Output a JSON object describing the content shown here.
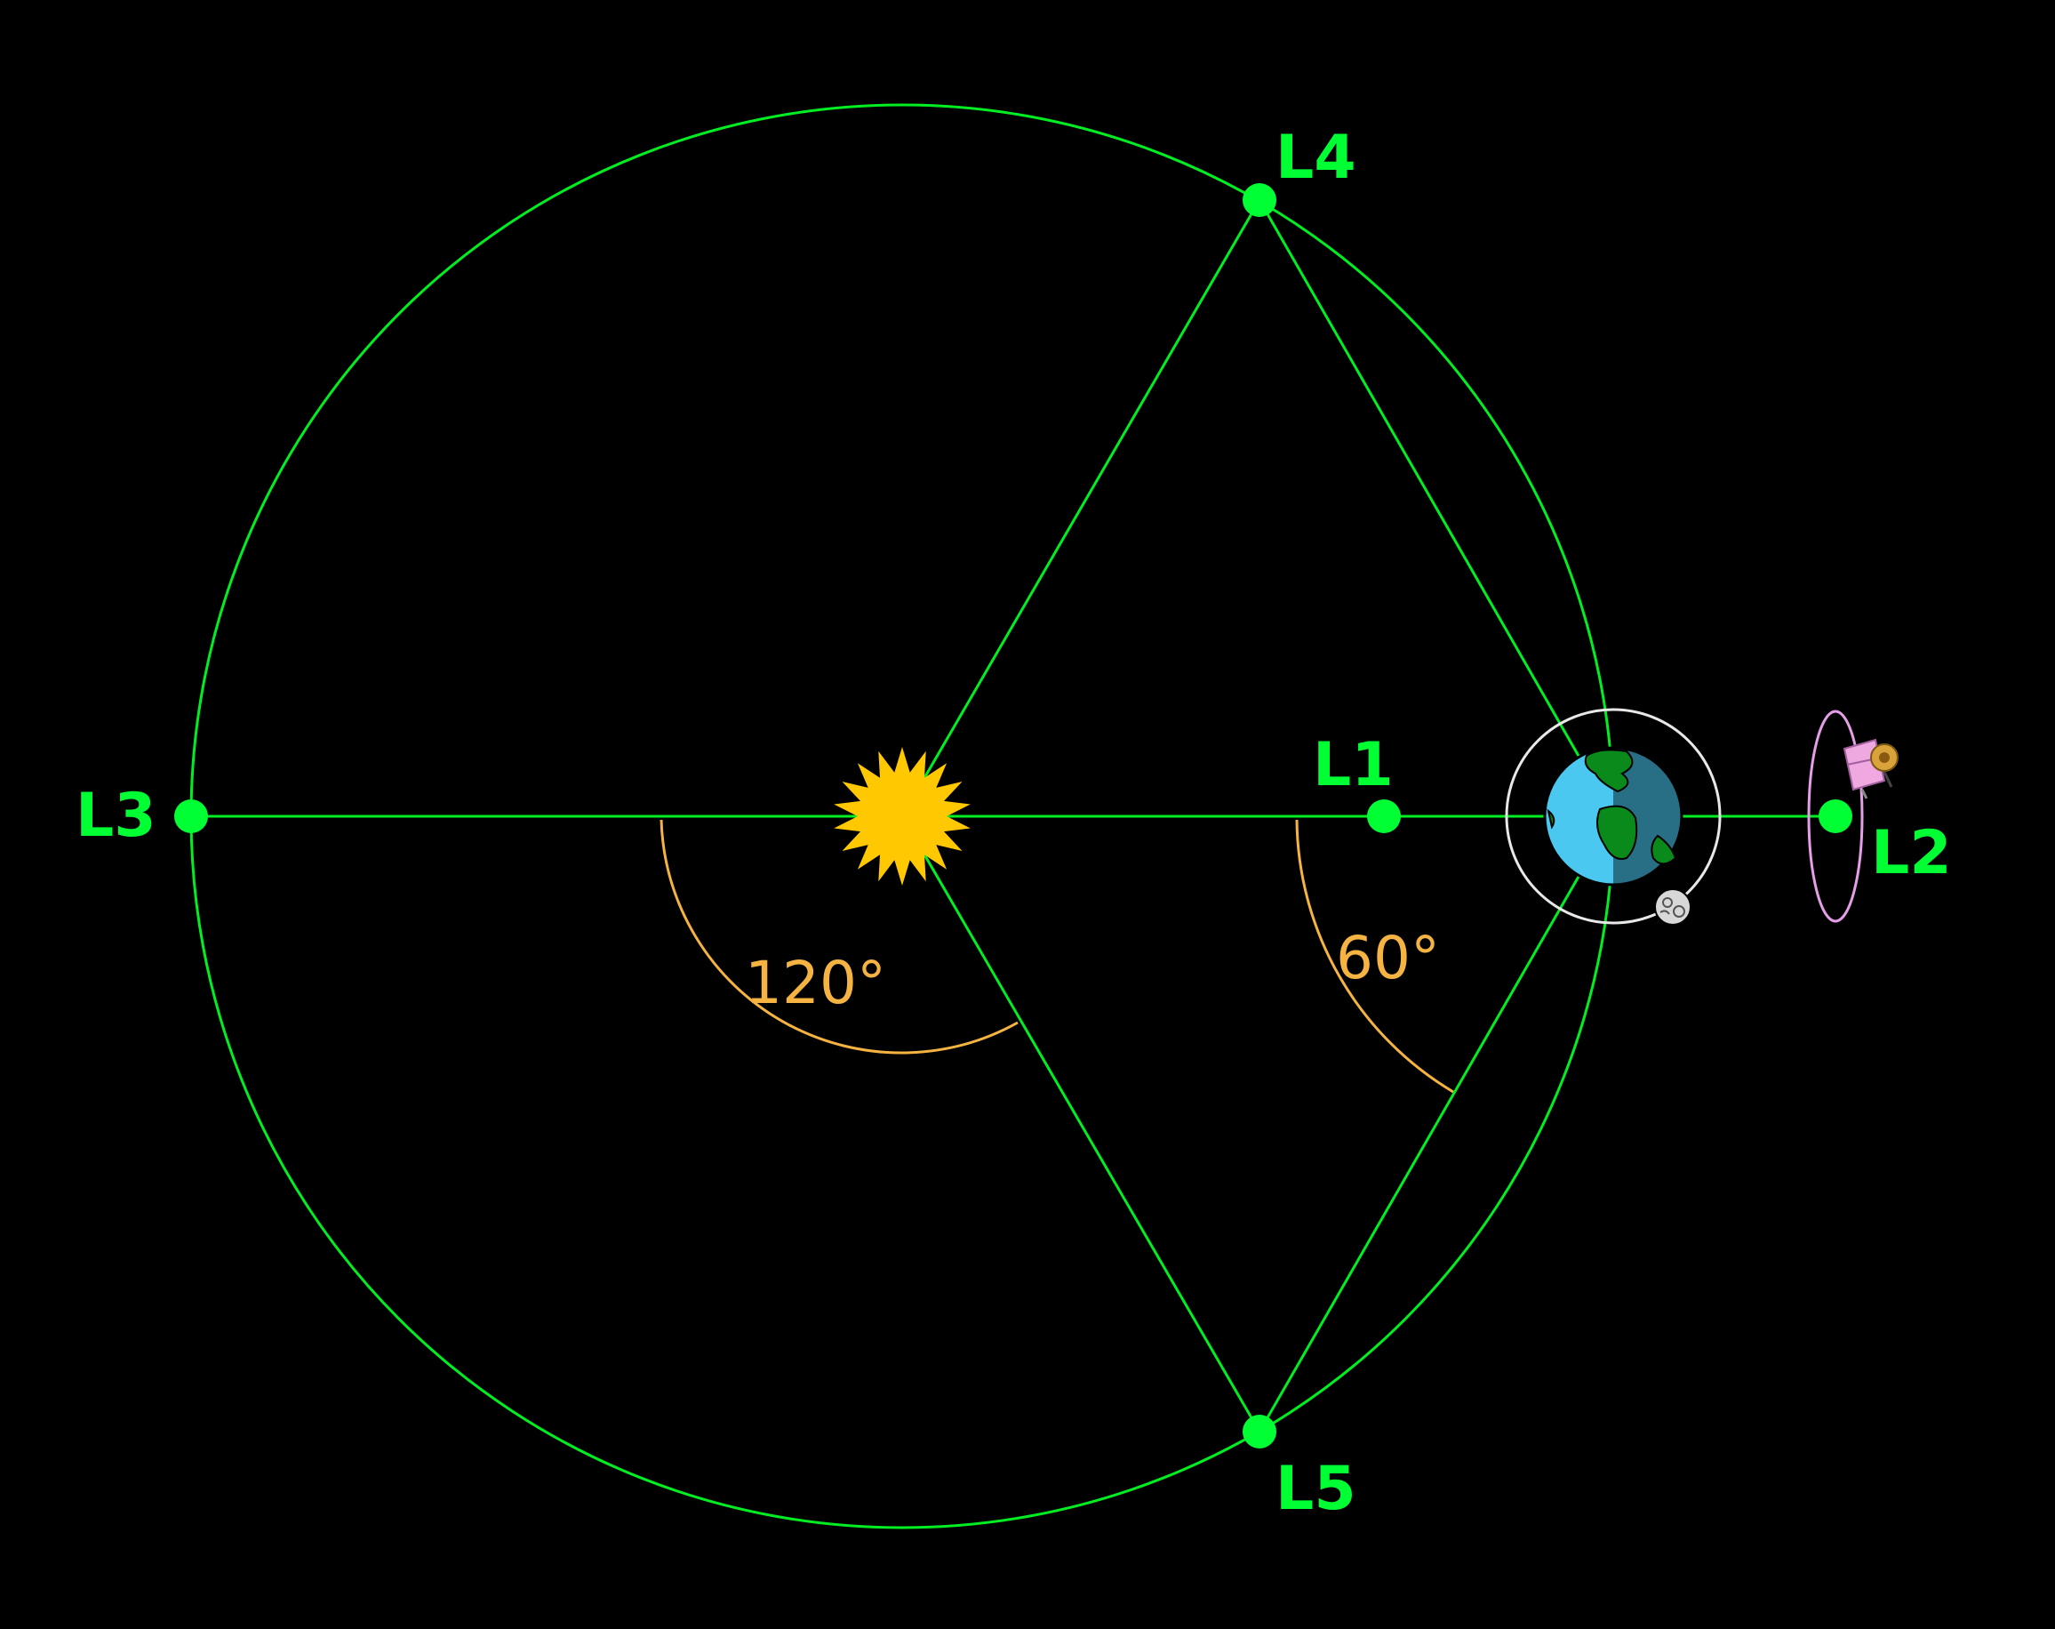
{
  "colors": {
    "background": "#000000",
    "orbit": "#00ee22",
    "points": "#00ff33",
    "angle_arc": "#f5b342",
    "sun": "#ffc800",
    "earth_ocean": "#4ac8f0",
    "earth_land": "#0a8a1a",
    "moon_orbit": "#e8e8e8",
    "l2_orbit": "#e59ee8",
    "telescope": "#f0a8e0"
  },
  "points": {
    "L1": "L1",
    "L2": "L2",
    "L3": "L3",
    "L4": "L4",
    "L5": "L5"
  },
  "angles": {
    "sun_angle": "120°",
    "earth_angle": "60°"
  },
  "icons": [
    "sun-icon",
    "earth-icon",
    "moon-icon",
    "telescope-icon"
  ]
}
